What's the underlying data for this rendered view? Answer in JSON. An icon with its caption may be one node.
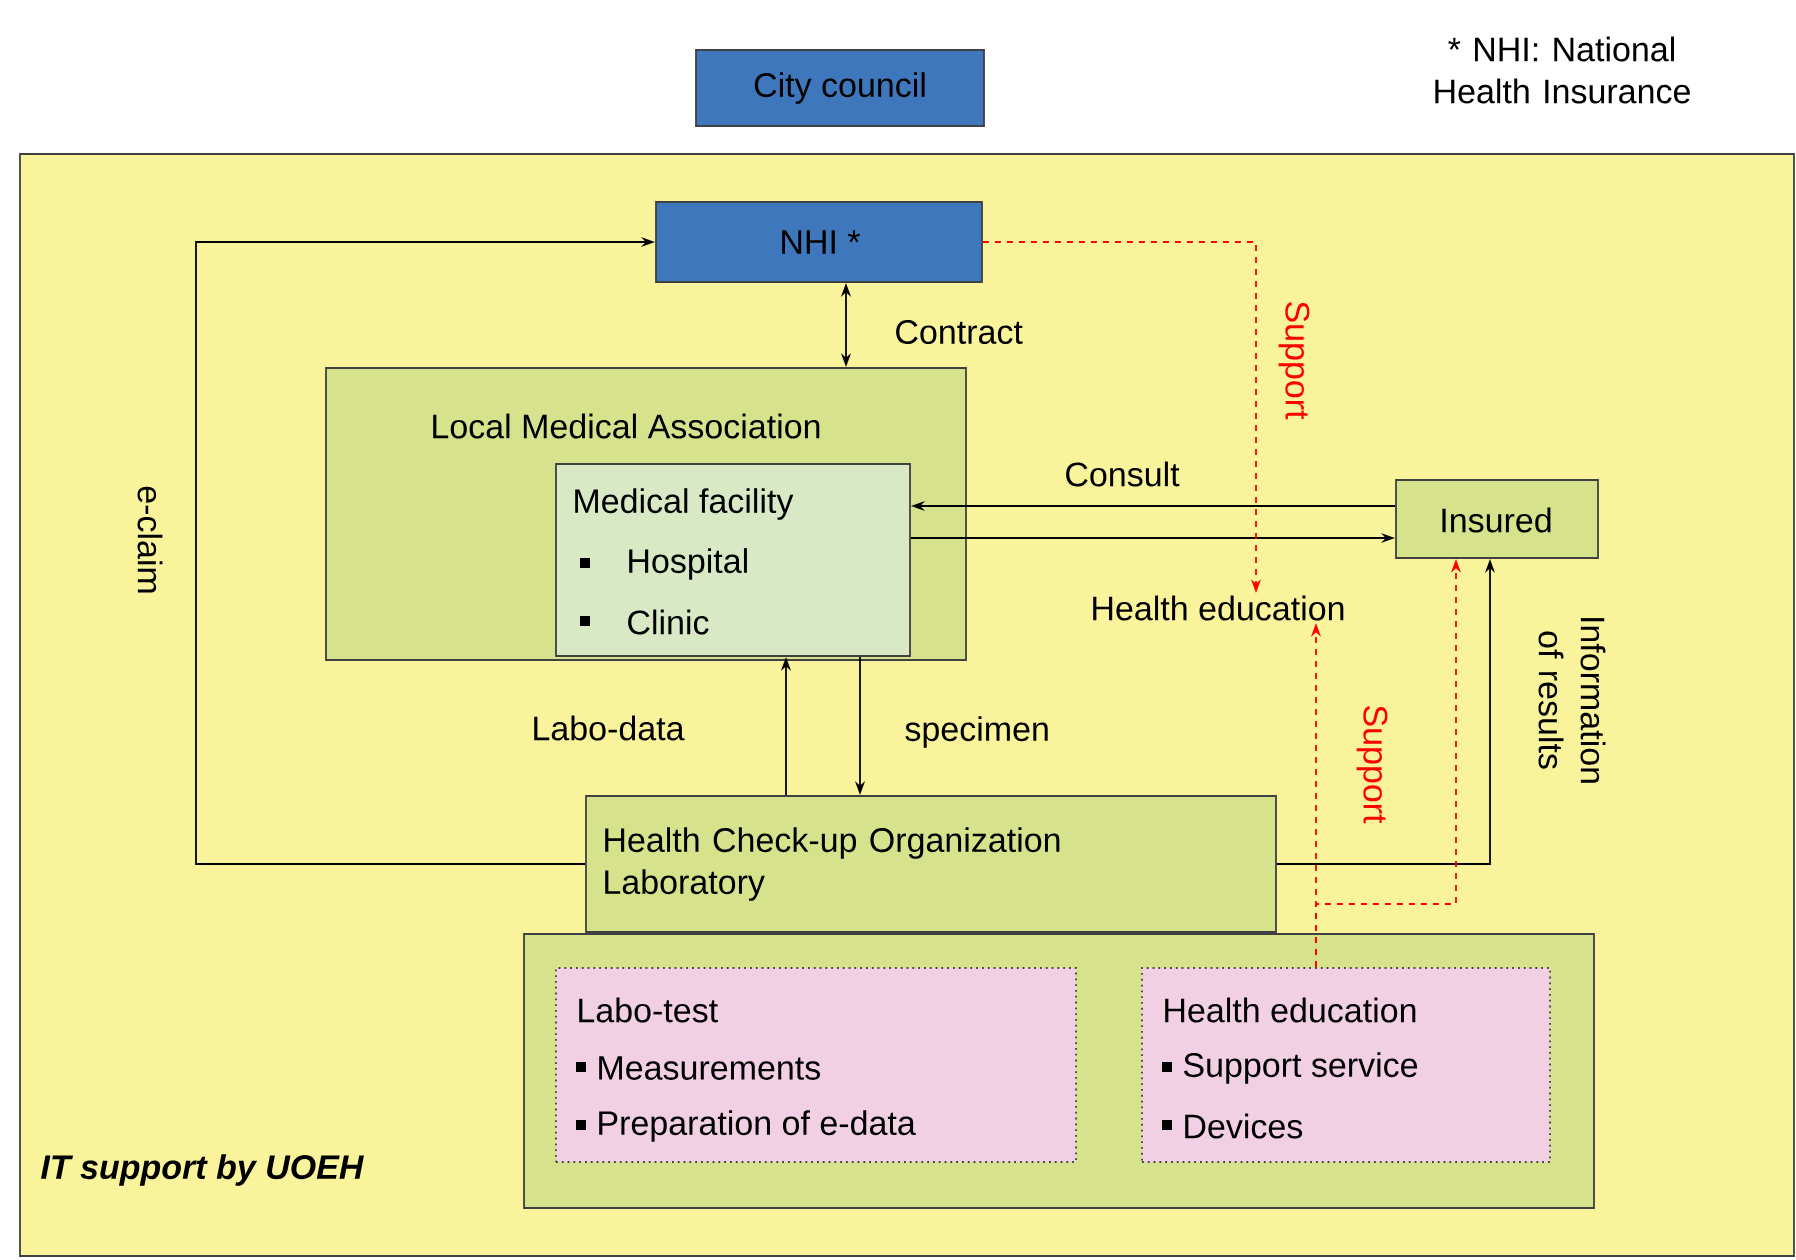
{
  "diagram": {
    "nodes": [
      {
        "text": [
          "City council"
        ]
      },
      {
        "text": [
          "IT support by UOEH"
        ]
      },
      {
        "text": [
          "NHI *"
        ],
        "in": 1
      },
      {
        "text": [
          "Local Medical Association"
        ],
        "in": 1
      },
      {
        "text": [
          "Medical facility",
          "Hospital",
          "Clinic"
        ],
        "in": 3
      },
      {
        "text": [
          "Insured"
        ],
        "in": 1
      },
      {
        "text": [
          "Health education"
        ],
        "in": 1
      },
      {
        "text": [
          "Health Check-up Organization Laboratory"
        ],
        "in": 1
      },
      {
        "text": [],
        "shape": "box",
        "in": 1
      },
      {
        "text": [
          "Labo-test",
          "Measurements",
          "Preparation of e-data"
        ],
        "in": 8
      },
      {
        "text": [
          "Health education",
          "Support service",
          "Devices"
        ],
        "in": 8
      }
    ],
    "edges": [
      {
        "from": 7,
        "to": 2,
        "arrow": "to",
        "label": "e-claim"
      },
      {
        "from": 2,
        "to": 3,
        "arrow": "both",
        "label": "Contract"
      },
      {
        "from": 5,
        "to": 4,
        "arrow": "to",
        "label": "Consult"
      },
      {
        "from": 4,
        "to": 5,
        "arrow": "to"
      },
      {
        "from": 7,
        "to": 4,
        "arrow": "to",
        "label": "Labo-data"
      },
      {
        "from": 4,
        "to": 7,
        "arrow": "to",
        "label": "specimen"
      },
      {
        "from": 7,
        "to": 5,
        "arrow": "to",
        "label": "Information of results"
      },
      {
        "from": 2,
        "to": 6,
        "arrow": "to",
        "label": "Support",
        "style": "dashed",
        "color": "#ff0000"
      },
      {
        "from": 10,
        "to": 6,
        "arrow": "to",
        "label": "Support",
        "style": "dashed",
        "color": "#ff0000"
      },
      {
        "from": 10,
        "to": 5,
        "arrow": "to",
        "style": "dashed",
        "color": "#ff0000"
      }
    ],
    "labels": [
      "* NHI: National Health Insurance"
    ]
  }
}
